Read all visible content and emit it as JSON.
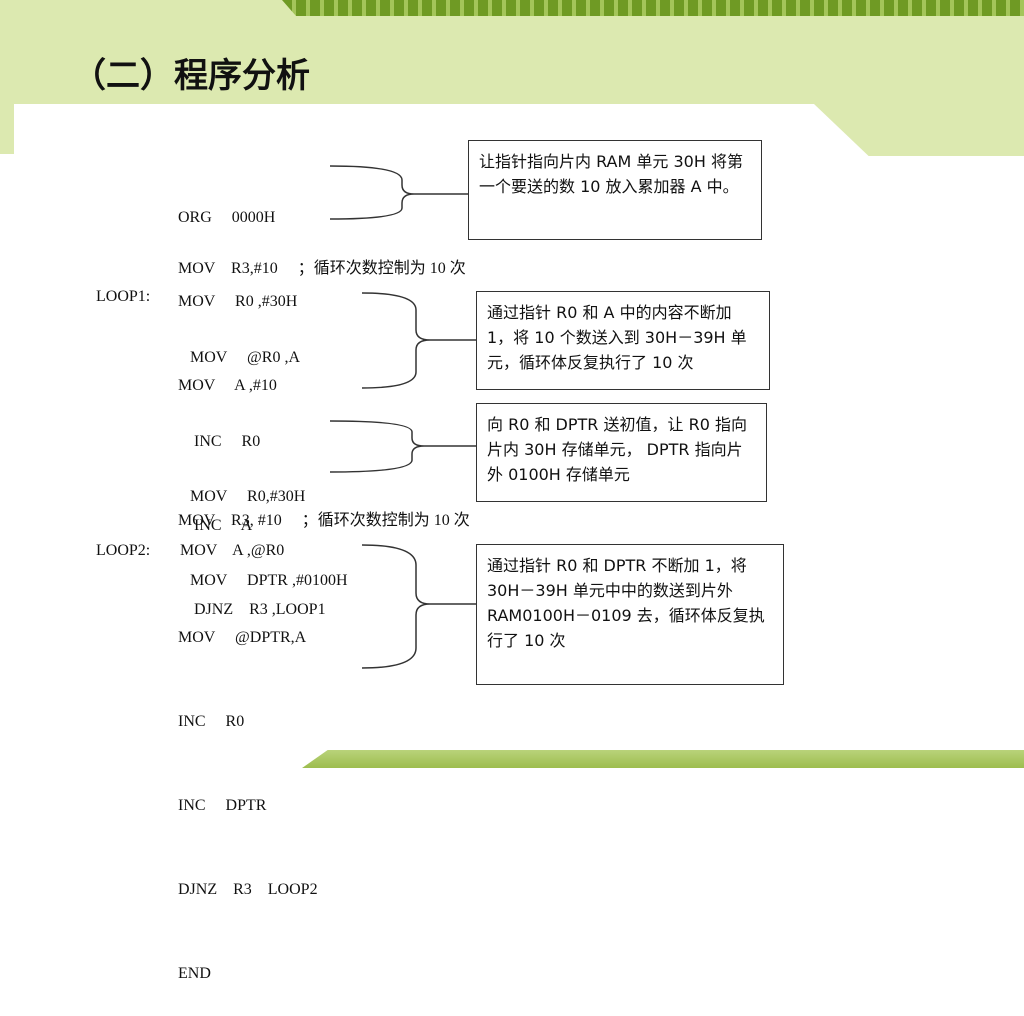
{
  "title": "（二）程序分析",
  "blocks": [
    {
      "lines": [
        "ORG     0000H",
        "MOV     R0 ,#30H",
        "MOV     A ,#10"
      ],
      "note": "让指针指向片内 RAM 单元 30H 将第一个要送的数  10  放入累加器 A 中。"
    },
    {
      "comment_line": "MOV    R3,#10     ；循环次数控制为 10 次",
      "label": "LOOP1:",
      "lines": [
        "MOV     @R0 ,A",
        " INC     R0",
        " INC     A",
        " DJNZ    R3 ,LOOP1"
      ],
      "note": "通过指针 R0 和 A 中的内容不断加 1，将 10 个数送入到 30H－39H 单元，循环体反复执行了 10 次"
    },
    {
      "lines": [
        "MOV     R0,#30H",
        "MOV     DPTR ,#0100H"
      ],
      "note": "向 R0 和 DPTR 送初值，让 R0 指向片内 30H 存储单元， DPTR 指向片外 0100H 存储单元"
    },
    {
      "comment_line": "MOV    R3, #10     ；循环次数控制为 10 次",
      "label": "LOOP2:",
      "first_line": "MOV    A ,@R0",
      "lines": [
        "MOV     @DPTR,A",
        "INC     R0",
        "INC     DPTR",
        "DJNZ    R3    LOOP2",
        "END"
      ],
      "note": "通过指针 R0 和 DPTR   不断加 1，将 30H－39H 单元中中的数送到片外 RAM0100H－0109 去，循环体反复执行了 10 次"
    }
  ]
}
